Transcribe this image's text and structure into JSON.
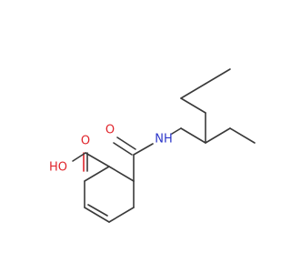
{
  "molecule": {
    "atoms": {
      "o_carbonyl_amide": "O",
      "nh": "NH",
      "o_carbonyl_acid": "O",
      "ho": "HO"
    }
  },
  "colors": {
    "bond": "#3a3a3a",
    "oxygen": "#e0242b",
    "nitrogen": "#2b35c9",
    "background": "#ffffff"
  }
}
